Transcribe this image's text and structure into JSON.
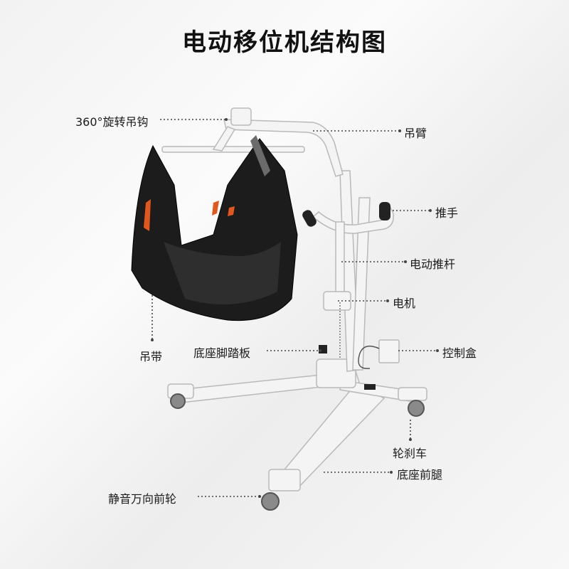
{
  "title": "电动移位机结构图",
  "labels": {
    "hook": "360°旋转吊钩",
    "arm": "吊臂",
    "handle": "推手",
    "actuator": "电动推杆",
    "motor": "电机",
    "control_box": "控制盒",
    "footplate": "底座脚踏板",
    "sling": "吊带",
    "brake_wheel": "轮刹车",
    "base_leg": "底座前腿",
    "front_wheel": "静音万向前轮"
  },
  "colors": {
    "frame": "#f4f4f4",
    "frame_edge": "#b9b9b9",
    "sling": "#1c1c1c",
    "accent": "#e2571e",
    "leader": "#444444"
  }
}
